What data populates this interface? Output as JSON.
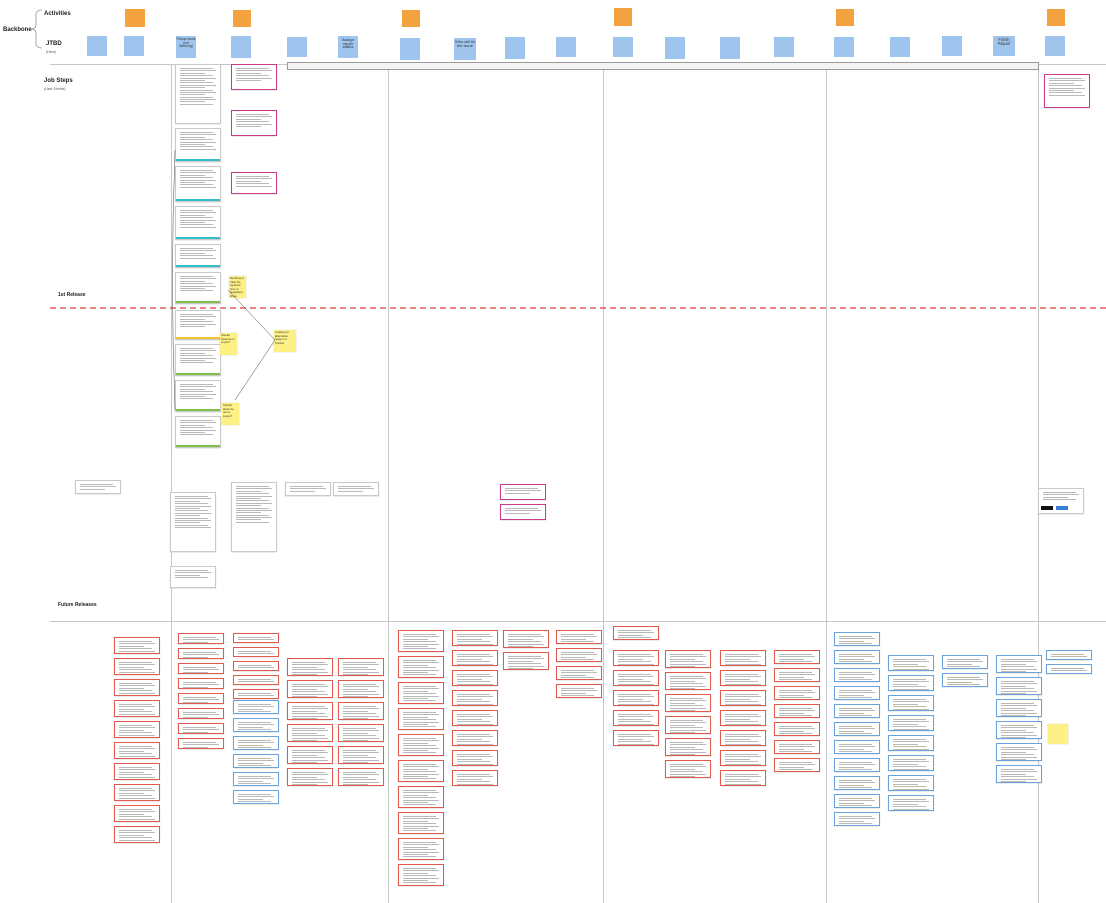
{
  "rows": {
    "backbone": "Backbone",
    "activities": "Activities",
    "jtbd": "JTBD",
    "jtbd_sub": "(Hero)",
    "job_steps": "Job Steps",
    "job_steps_sub": "(User Stories)",
    "first_release": "1st Release",
    "future_releases": "Future Releases"
  },
  "activities": [
    "",
    "",
    "",
    "",
    "",
    ""
  ],
  "jtbd": [
    "Pickup Issue (not Working)",
    "Assign repair status",
    "Who will fix the issue",
    "Finish Repair"
  ],
  "yellow_notes": [
    "Deciding to track the repaired time of separated times",
    "Looking for alternative reason or Tracker",
    "Should these be in scope?",
    "Should these be out of scope?"
  ],
  "colors": {
    "blue_sticky": "#9fc5ee",
    "orange_sticky": "#f4a13f",
    "yellow_sticky": "#fdf186",
    "release_line": "#e23b3b",
    "red_border": "#e05a4e",
    "blue_border": "#6aa4dd",
    "pink_border": "#cc3b8a",
    "bar_yellow": "#f2c530",
    "bar_teal": "#30c0c8",
    "bar_green": "#7fc04a"
  }
}
